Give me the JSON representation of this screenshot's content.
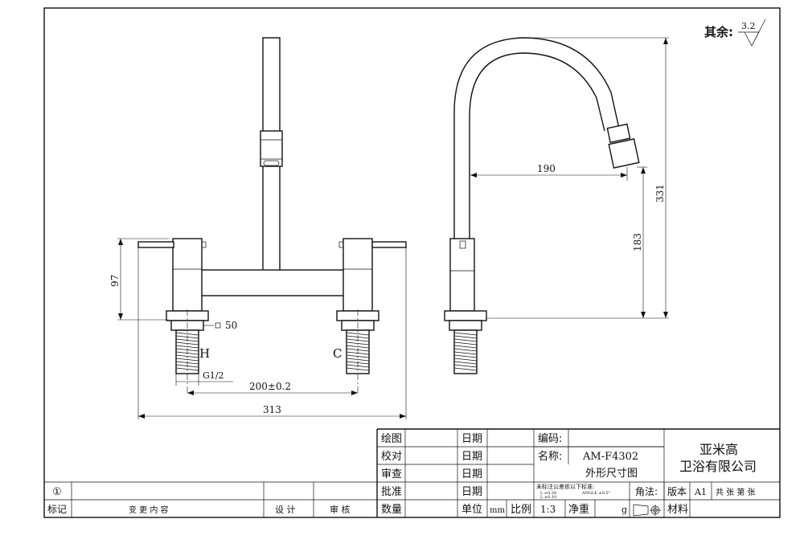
{
  "surface_note": {
    "label": "其余:",
    "value": "3.2"
  },
  "dimensions": {
    "height_body": "97",
    "square": "50",
    "thread": "G1/2",
    "center_distance": "200±0.2",
    "overall_width": "313",
    "spout_reach": "190",
    "spout_height": "183",
    "total_height": "331"
  },
  "labels": {
    "hot": "H",
    "cold": "C",
    "revision_mark": "①"
  },
  "title_block": {
    "drawn": "绘图",
    "checked": "校对",
    "reviewed": "审查",
    "approved": "批准",
    "date": "日期",
    "code": "编码:",
    "name": "名称:",
    "model": "AM-F4302",
    "drawing_title": "外形尺寸图",
    "company_line1": "亚米高",
    "company_line2": "卫浴有限公司",
    "tolerance_note": "未标注公差依以下标准:",
    "tol_l": "L   ±0.20",
    "tol_angle": "ANGLE  ±0.5°",
    "tol_l2": "L   ±0.10",
    "angle_method": "角法:",
    "version": "版本",
    "version_value": "A1",
    "sheets": "共   张  第   张",
    "mark": "标记",
    "change": "变  更  内  容",
    "design": "设 计",
    "audit": "审 核",
    "quantity": "数量",
    "unit": "单位",
    "unit_value": "mm",
    "scale": "比例",
    "scale_value": "1:3",
    "net_weight": "净重",
    "weight_unit": "g",
    "material": "材料"
  }
}
